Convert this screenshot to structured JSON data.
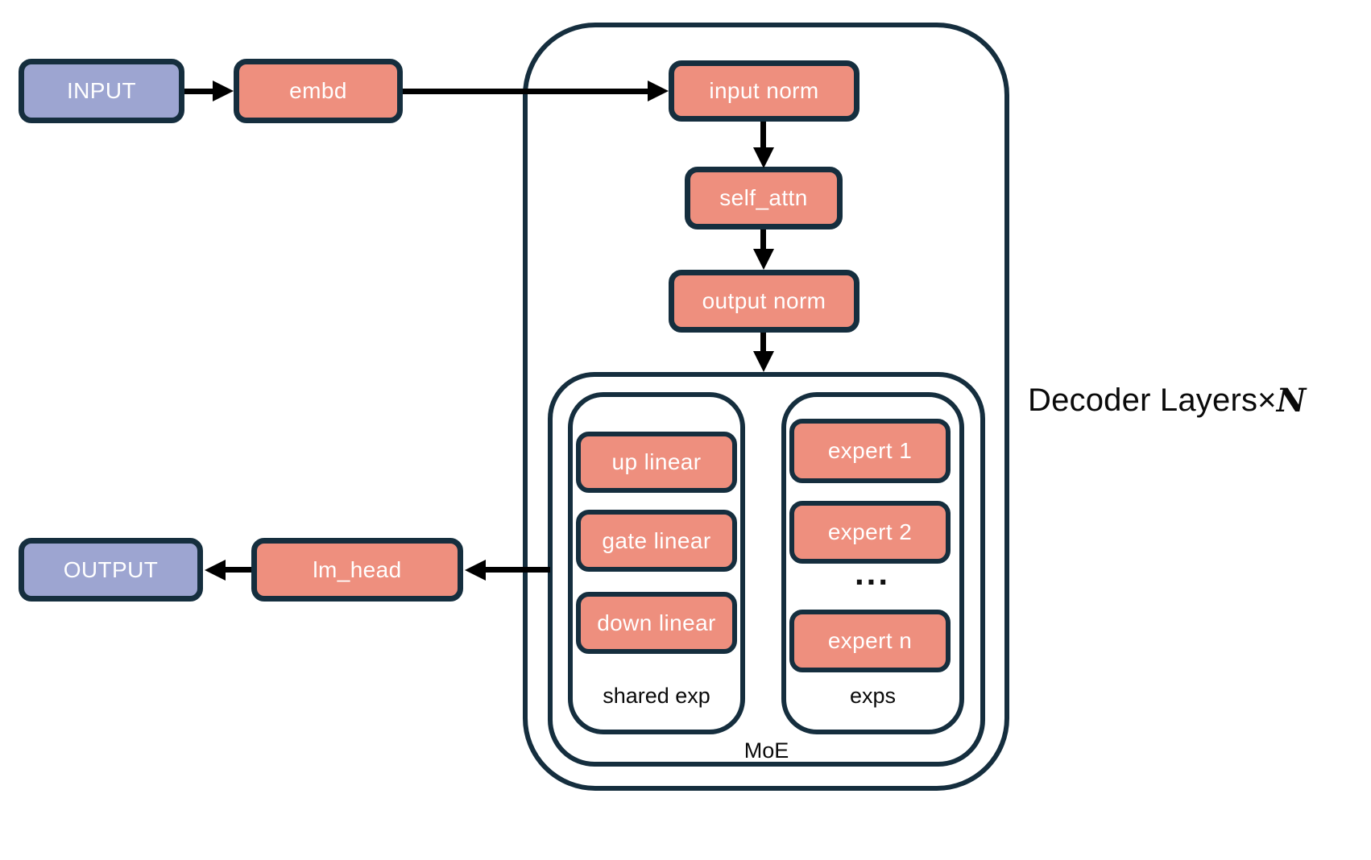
{
  "diagram": {
    "nodes": {
      "input": "INPUT",
      "embd": "embd",
      "input_norm": "input norm",
      "self_attn": "self_attn",
      "output_norm": "output norm",
      "lm_head": "lm_head",
      "output": "OUTPUT"
    },
    "moe": {
      "label": "MoE",
      "shared": {
        "label": "shared exp",
        "blocks": [
          "up linear",
          "gate linear",
          "down linear"
        ]
      },
      "experts": {
        "label": "exps",
        "items": [
          "expert 1",
          "expert 2",
          "expert n"
        ],
        "ellipsis": "..."
      }
    },
    "annotations": {
      "decoder_layers": "Decoder Layers",
      "times": "×",
      "n": "N"
    },
    "colors": {
      "block_fill": "#ee8f7e",
      "io_fill": "#9da5d1",
      "outline": "#152e3e",
      "arrow": "#000000",
      "background": "#ffffff"
    }
  }
}
